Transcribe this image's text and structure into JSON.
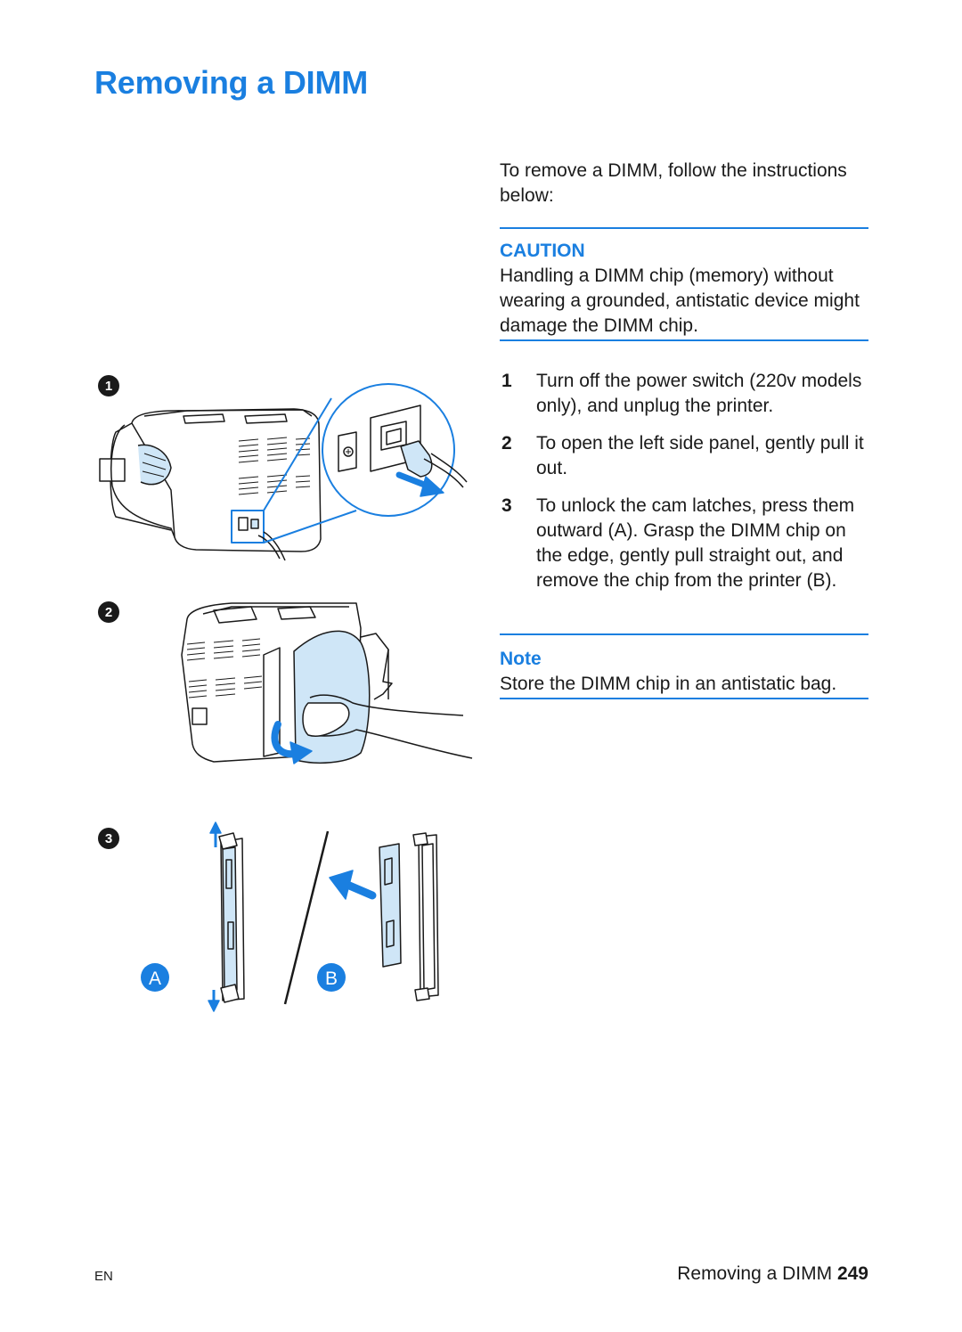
{
  "page": {
    "title": "Removing a DIMM",
    "intro": "To remove a DIMM, follow the instructions below:"
  },
  "caution": {
    "heading": "CAUTION",
    "text": "Handling a DIMM chip (memory) without wearing a grounded, antistatic device might damage the DIMM chip."
  },
  "steps": [
    {
      "num": "1",
      "text": "Turn off the power switch (220v models only), and unplug the printer."
    },
    {
      "num": "2",
      "text": "To open the left side panel, gently pull it out."
    },
    {
      "num": "3",
      "text": "To unlock the cam latches, press them outward (A). Grasp the DIMM chip on the edge, gently pull straight out, and remove the chip from the printer (B)."
    }
  ],
  "note": {
    "heading": "Note",
    "text": "Store the DIMM chip in an antistatic bag."
  },
  "figure": {
    "callouts": [
      "1",
      "2",
      "3"
    ],
    "letters": [
      "A",
      "B"
    ]
  },
  "footer": {
    "language": "EN",
    "section": "Removing a DIMM",
    "page_number": "249"
  },
  "colors": {
    "accent": "#1a7fe0",
    "illustration_fill": "#cfe6f7"
  }
}
